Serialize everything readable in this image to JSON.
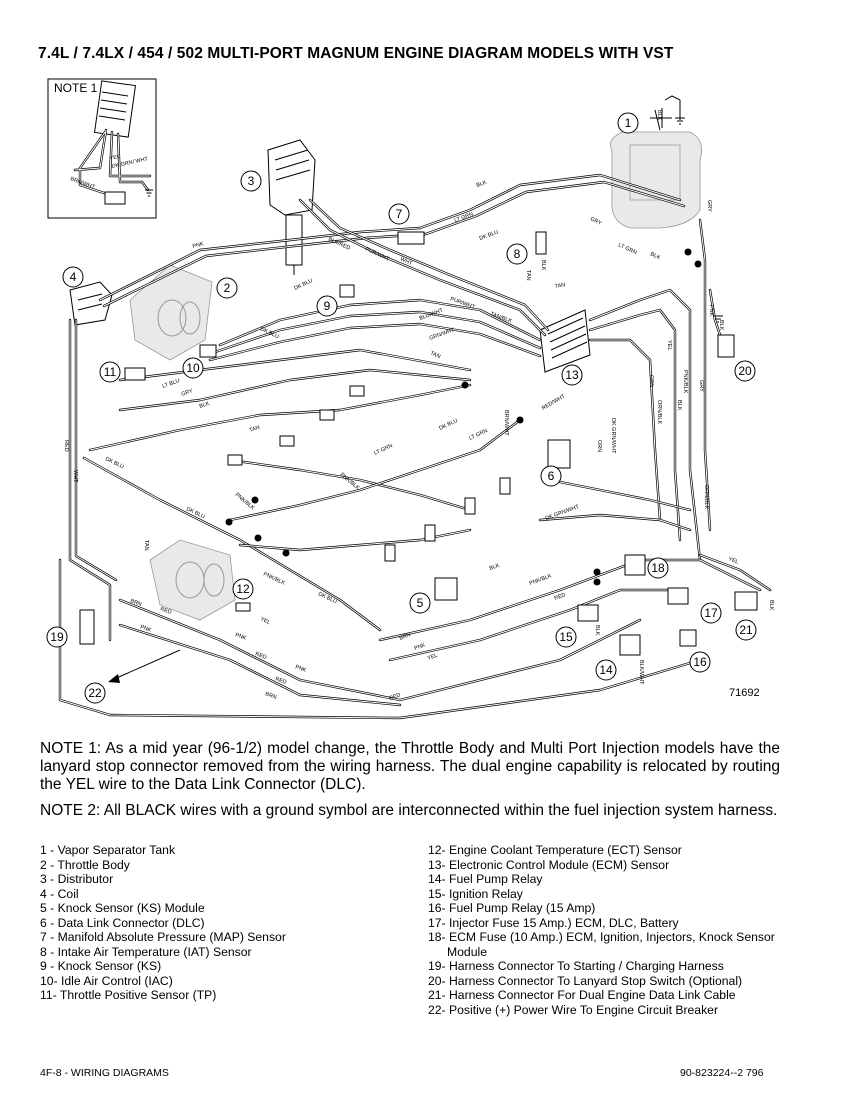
{
  "title": "7.4L / 7.4LX / 454 / 502 MULTI-PORT MAGNUM ENGINE DIAGRAM MODELS WITH VST",
  "diagram": {
    "note_box_label": "NOTE 1",
    "figure_number": "71692",
    "callouts": [
      "1",
      "2",
      "3",
      "4",
      "5",
      "6",
      "7",
      "8",
      "9",
      "10",
      "11",
      "12",
      "13",
      "14",
      "15",
      "16",
      "17",
      "18",
      "19",
      "20",
      "21",
      "22"
    ],
    "wire_labels": {
      "blk": "BLK",
      "gry": "GRY",
      "lt_grn": "LT GRN",
      "dk_blu": "DK BLU",
      "tan": "TAN",
      "pur_wht": "PUR/WHT",
      "tan_blk": "TAN/BLK",
      "blk_red": "BLK/RED",
      "wht": "WHT",
      "pnk": "PNK",
      "pnk_blk": "PNK/BLK",
      "red": "RED",
      "brn": "BRN",
      "yel": "YEL",
      "blu_wht": "BLU/WHT",
      "grn_wht": "GRN/WHT",
      "dk_grn_wht": "DK GRN/WHT",
      "orn_blk": "ORN/BLK",
      "lt_blu": "LT BLU",
      "blk_wht": "BLK/WHT",
      "red_wht": "RED/WHT",
      "brn_wht": "BRN/WHT",
      "grn": "GRN",
      "orn": "ORN"
    }
  },
  "notes": [
    "NOTE 1: As a mid year (96-1/2) model change, the Throttle Body and Multi Port Injection models have the lanyard stop connector removed from the wiring harness. The dual engine capability is relocated by routing the YEL wire to the Data Link Connector (DLC).",
    "NOTE 2: All BLACK wires with a ground symbol are interconnected within the fuel injection system harness."
  ],
  "legend_left": [
    "1  - Vapor Separator Tank",
    "2  - Throttle Body",
    "3  - Distributor",
    "4  - Coil",
    "5  - Knock Sensor (KS) Module",
    "6  - Data Link Connector (DLC)",
    "7  - Manifold Absolute Pressure (MAP) Sensor",
    "8  - Intake Air Temperature (IAT) Sensor",
    "9  - Knock Sensor (KS)",
    "10- Idle Air Control (IAC)",
    "11- Throttle Positive Sensor (TP)"
  ],
  "legend_right": [
    "12- Engine Coolant Temperature (ECT) Sensor",
    "13- Electronic Control Module (ECM) Sensor",
    "14- Fuel Pump Relay",
    "15- Ignition Relay",
    "16- Fuel Pump Relay (15 Amp)",
    "17- Injector Fuse 15 Amp.) ECM, DLC, Battery",
    "18- ECM Fuse (10 Amp.) ECM, Ignition, Injectors, Knock Sensor Module",
    "19- Harness Connector To Starting / Charging Harness",
    "20- Harness Connector To Lanyard Stop Switch (Optional)",
    "21- Harness Connector For Dual Engine Data Link Cable",
    "22- Positive (+) Power Wire To Engine Circuit Breaker"
  ],
  "footer": {
    "left": "4F-8 - WIRING DIAGRAMS",
    "right": "90-823224--2  796"
  }
}
